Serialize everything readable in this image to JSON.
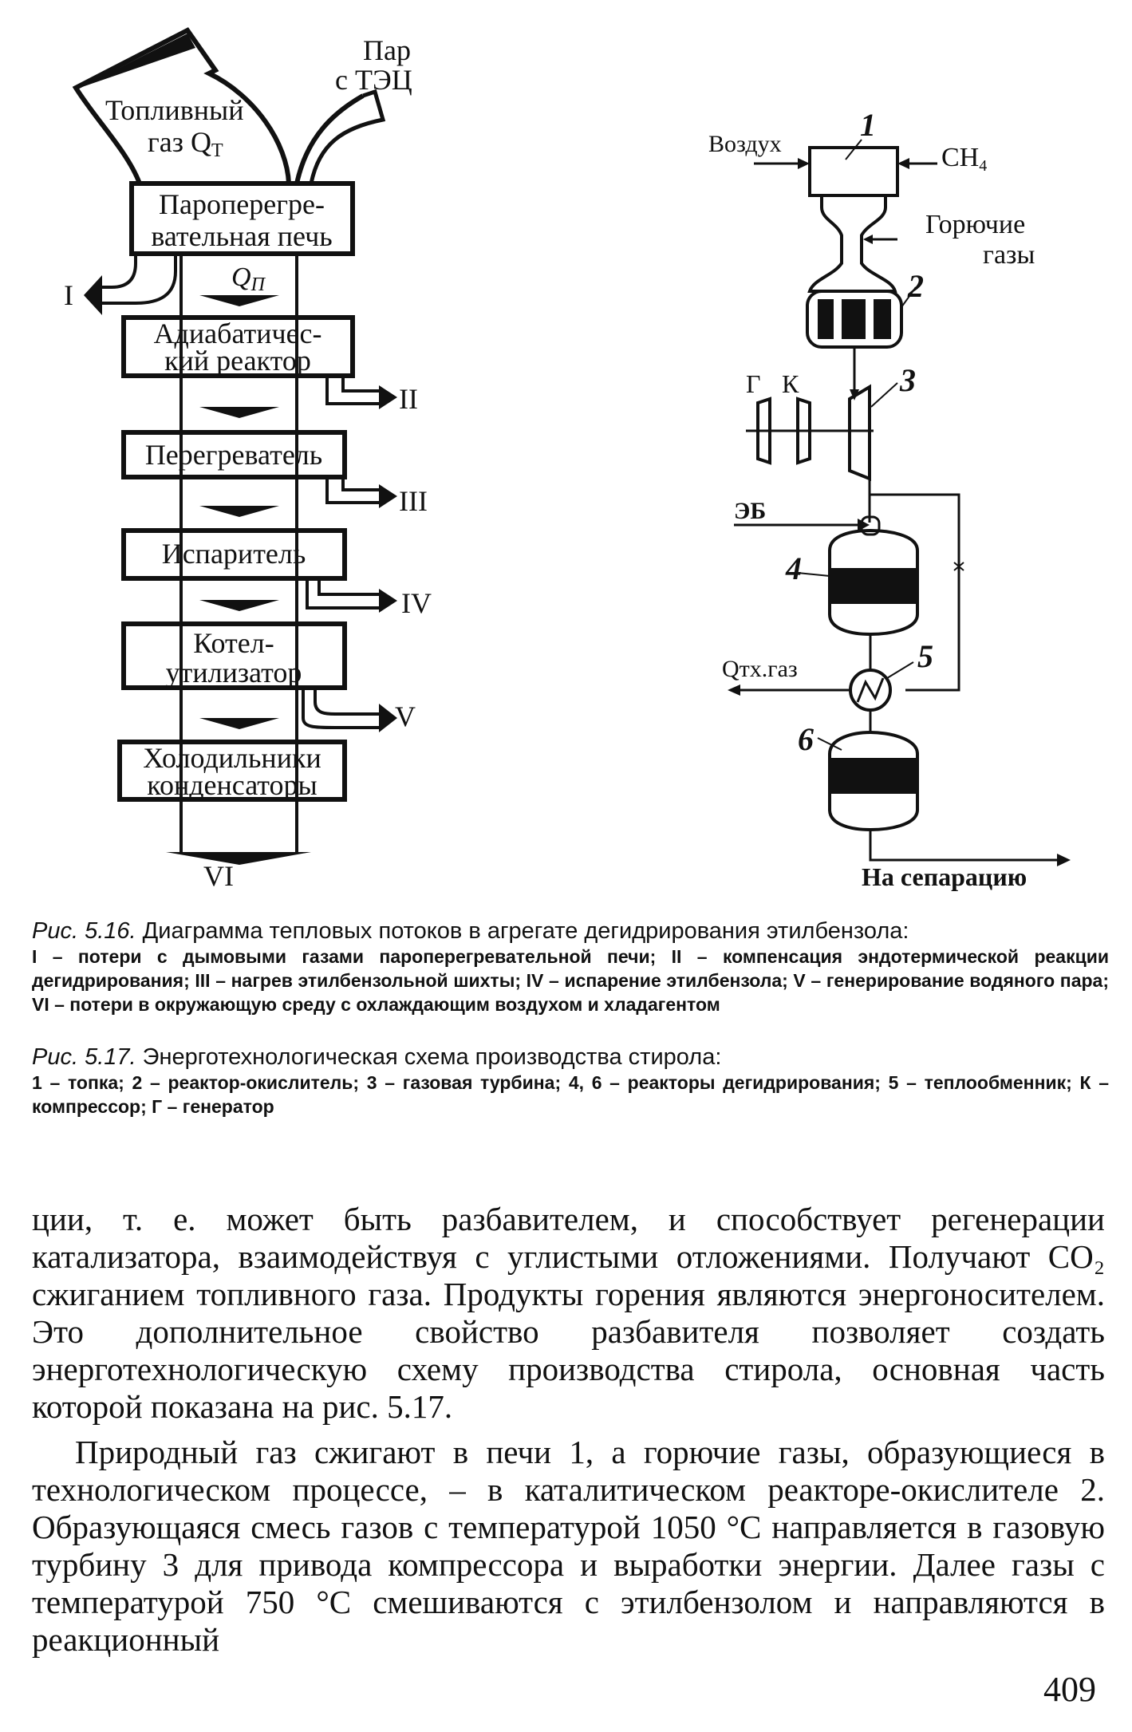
{
  "fig516": {
    "fuel_gas_line1": "Топливный",
    "fuel_gas_line2": "газ Q",
    "fuel_gas_sub": "Т",
    "steam_line1": "Пар",
    "steam_line2": "с ТЭЦ",
    "boxes": [
      [
        "Пароперегре-",
        "вательная печь"
      ],
      [
        "Адиабатичес-",
        "кий реактор"
      ],
      [
        "Перегреватель"
      ],
      [
        "Испаритель"
      ],
      [
        "Котел-",
        "утилизатор"
      ],
      [
        "Холодильники",
        "конденсаторы"
      ]
    ],
    "flow_label": "Q",
    "flow_sub": "П",
    "losses": [
      "I",
      "II",
      "III",
      "IV",
      "V",
      "VI"
    ]
  },
  "fig517": {
    "air": "Воздух",
    "ch4": "CH",
    "ch4_sub": "4",
    "combustible_line1": "Горючие",
    "combustible_line2": "газы",
    "generator": "Г",
    "compressor": "К",
    "eb": "ЭБ",
    "exhaust": "Qтх.газ",
    "separation": "На сепарацию",
    "numbers": [
      "1",
      "2",
      "3",
      "4",
      "5",
      "6"
    ]
  },
  "captions": [
    {
      "num": "Рис. 5.16.",
      "title": "Диаграмма тепловых потоков в агрегате дегидрирования этилбензола:",
      "body": "I – потери с дымовыми газами пароперегревательной печи; II – компенсация эндотермической реакции дегидрирования; III – нагрев этилбензольной шихты; IV – испарение этилбензола; V – генерирование водяного пара; VI – потери в окружающую среду с охлаждающим воздухом и хладагентом"
    },
    {
      "num": "Рис. 5.17.",
      "title": "Энерготехнологическая схема производства стирола:",
      "body": "1 – топка; 2 – реактор-окислитель; 3 – газовая турбина; 4, 6 – реакторы дегидрирования; 5 – теплообменник; К – компрессор; Г – генератор"
    }
  ],
  "paragraphs": [
    "ции, т. е. может быть разбавителем, и способствует регенерации катализатора, взаимодействуя с углистыми отложениями. Получают CO₂ сжиганием топливного газа. Продукты горения являются энергоносителем. Это дополнительное свойство разбавителя позволяет создать энерготехнологическую схему производства стирола, основная часть которой показана на рис. 5.17.",
    "Природный газ сжигают в печи 1, а горючие газы, образующиеся в технологическом процессе, – в каталитическом реакторе-окислителе 2. Образующаяся смесь газов с температурой 1050 °C направляется в газовую турбину 3 для привода компрессора и выработки энергии. Далее газы с температурой 750 °C смешиваются с этилбензолом и направляются в реакционный"
  ],
  "page_number": "409"
}
